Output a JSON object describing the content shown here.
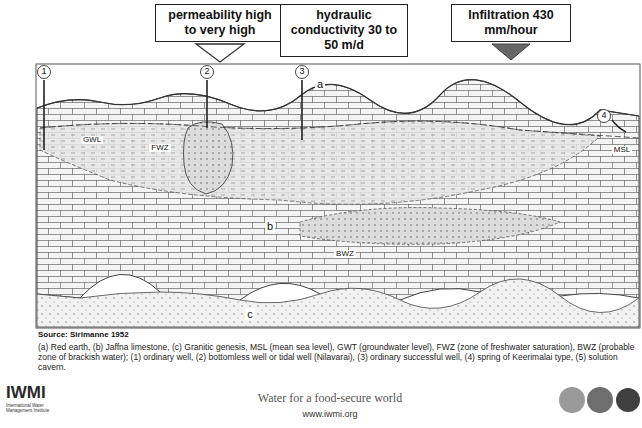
{
  "diagram": {
    "caption": "(a) Red earth, (b) Jaffna limestone, (c) Granitic genesis, MSL (mean sea level), GWT (groundwater level), FWZ (zone of freshwater saturation), BWZ (probable zone of brackish water); (1) ordinary well, (2) bottomless well or tidal well (Nilavarai), (3) ordinary successful well, (4) spring of Keerimalai type, (5) solution cavern.",
    "nodes": [
      {
        "text": [
          "permeability high to very high"
        ]
      },
      {
        "text": [
          "hydraulic conductivity 30 to 50 m/d"
        ]
      },
      {
        "text": [
          "Infiltration 430 mm/hour"
        ]
      }
    ],
    "labels": [
      "1",
      "2",
      "3",
      "4",
      "a",
      "GWL",
      "FWZ",
      "b",
      "BWZ",
      "c",
      "MSL",
      "Source: Sirimanne 1952",
      "IWMI",
      "International Water Management Institute",
      "Water for a food-secure world",
      "www.iwmi.org"
    ]
  }
}
